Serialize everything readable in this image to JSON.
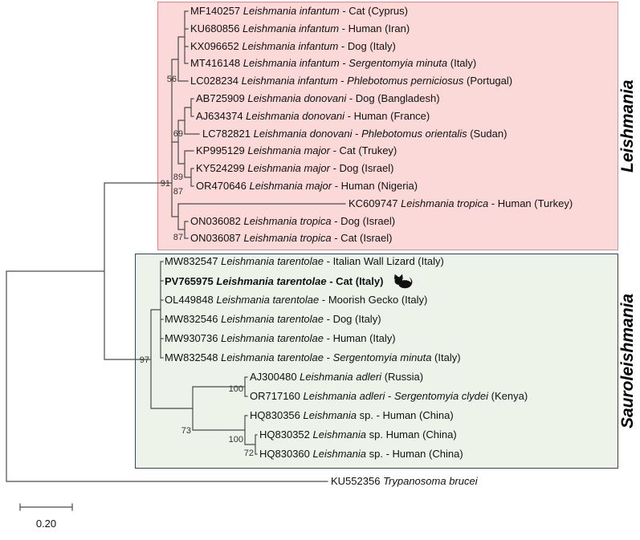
{
  "boxes": {
    "leishmania": {
      "label": "Leishmania",
      "fill": "#fbd9d9",
      "border": "#dd8a8a"
    },
    "sauroleishmania": {
      "label": "Sauroleishmania",
      "fill": "#eef3ea",
      "border": "#36465a"
    }
  },
  "tree": {
    "line_color": "#4a4a4a"
  },
  "taxa": [
    {
      "parts": [
        {
          "t": "MF140257 "
        },
        {
          "t": "Leishmania infantum",
          "i": true
        },
        {
          "t": " - Cat (Cyprus)"
        }
      ]
    },
    {
      "parts": [
        {
          "t": "KU680856 "
        },
        {
          "t": "Leishmania infantum",
          "i": true
        },
        {
          "t": " - Human (Iran)"
        }
      ]
    },
    {
      "parts": [
        {
          "t": "KX096652 "
        },
        {
          "t": "Leishmania infantum",
          "i": true
        },
        {
          "t": " - Dog (Italy)"
        }
      ]
    },
    {
      "parts": [
        {
          "t": "MT416148 "
        },
        {
          "t": "Leishmania infantum",
          "i": true
        },
        {
          "t": " - "
        },
        {
          "t": "Sergentomyia minuta",
          "i": true
        },
        {
          "t": " (Italy)"
        }
      ]
    },
    {
      "parts": [
        {
          "t": "LC028234 "
        },
        {
          "t": "Leishmania infantum",
          "i": true
        },
        {
          "t": " - "
        },
        {
          "t": "Phlebotomus perniciosus",
          "i": true
        },
        {
          "t": " (Portugal)"
        }
      ]
    },
    {
      "parts": [
        {
          "t": "AB725909 "
        },
        {
          "t": "Leishmania donovani",
          "i": true
        },
        {
          "t": " - Dog (Bangladesh)"
        }
      ]
    },
    {
      "parts": [
        {
          "t": "AJ634374 "
        },
        {
          "t": "Leishmania donovani",
          "i": true
        },
        {
          "t": " - Human (France)"
        }
      ]
    },
    {
      "parts": [
        {
          "t": "LC782821 "
        },
        {
          "t": "Leishmania donovani",
          "i": true
        },
        {
          "t": " - "
        },
        {
          "t": "Phlebotomus orientalis",
          "i": true
        },
        {
          "t": " (Sudan)"
        }
      ]
    },
    {
      "parts": [
        {
          "t": "KP995129 "
        },
        {
          "t": "Leishmania major",
          "i": true
        },
        {
          "t": " - Cat (Trukey)"
        }
      ]
    },
    {
      "parts": [
        {
          "t": "KY524299 "
        },
        {
          "t": "Leishmania major",
          "i": true
        },
        {
          "t": " - Dog (Israel)"
        }
      ]
    },
    {
      "parts": [
        {
          "t": "OR470646 "
        },
        {
          "t": "Leishmania major",
          "i": true
        },
        {
          "t": " - Human (Nigeria)"
        }
      ]
    },
    {
      "parts": [
        {
          "t": "KC609747 "
        },
        {
          "t": "Leishmania tropica",
          "i": true
        },
        {
          "t": " - Human (Turkey)"
        }
      ]
    },
    {
      "parts": [
        {
          "t": "ON036082 "
        },
        {
          "t": "Leishmania tropica",
          "i": true
        },
        {
          "t": " - Dog (Israel)"
        }
      ]
    },
    {
      "parts": [
        {
          "t": "ON036087 "
        },
        {
          "t": "Leishmania tropica",
          "i": true
        },
        {
          "t": " - Cat (Israel)"
        }
      ]
    },
    {
      "parts": [
        {
          "t": "MW832547 "
        },
        {
          "t": "Leishmania tarentolae",
          "i": true
        },
        {
          "t": " - Italian Wall Lizard (Italy)"
        }
      ]
    },
    {
      "bold": true,
      "icon": "cat",
      "parts": [
        {
          "t": "PV765975 "
        },
        {
          "t": "Leishmania tarentolae",
          "i": true
        },
        {
          "t": " - Cat (Italy)"
        }
      ]
    },
    {
      "parts": [
        {
          "t": "OL449848 "
        },
        {
          "t": "Leishmania tarentolae",
          "i": true
        },
        {
          "t": " - Moorish Gecko (Italy)"
        }
      ]
    },
    {
      "parts": [
        {
          "t": "MW832546 "
        },
        {
          "t": "Leishmania tarentolae",
          "i": true
        },
        {
          "t": " - Dog (Italy)"
        }
      ]
    },
    {
      "parts": [
        {
          "t": "MW930736 "
        },
        {
          "t": "Leishmania tarentolae",
          "i": true
        },
        {
          "t": " - Human (Italy)"
        }
      ]
    },
    {
      "parts": [
        {
          "t": "MW832548 "
        },
        {
          "t": "Leishmania tarentolae",
          "i": true
        },
        {
          "t": " - "
        },
        {
          "t": "Sergentomyia minuta",
          "i": true
        },
        {
          "t": " (Italy)"
        }
      ]
    },
    {
      "parts": [
        {
          "t": "AJ300480 "
        },
        {
          "t": "Leishmania adleri",
          "i": true
        },
        {
          "t": " (Russia)"
        }
      ]
    },
    {
      "parts": [
        {
          "t": "OR717160 "
        },
        {
          "t": "Leishmania adleri",
          "i": true
        },
        {
          "t": " - "
        },
        {
          "t": "Sergentomyia clydei",
          "i": true
        },
        {
          "t": " (Kenya)"
        }
      ]
    },
    {
      "parts": [
        {
          "t": "HQ830356 "
        },
        {
          "t": "Leishmania",
          "i": true
        },
        {
          "t": " sp. - Human (China)"
        }
      ]
    },
    {
      "parts": [
        {
          "t": "HQ830352 "
        },
        {
          "t": "Leishmania",
          "i": true
        },
        {
          "t": " sp. Human (China)"
        }
      ]
    },
    {
      "parts": [
        {
          "t": "HQ830360 "
        },
        {
          "t": "Leishmania",
          "i": true
        },
        {
          "t": " sp. - Human (China)"
        }
      ]
    },
    {
      "parts": [
        {
          "t": "KU552356 "
        },
        {
          "t": "Trypanosoma brucei",
          "i": true
        }
      ]
    }
  ],
  "bootstraps": [
    "56",
    "69",
    "91",
    "89",
    "87",
    "87",
    "97",
    "100",
    "73",
    "100",
    "72"
  ],
  "scale": {
    "label": "0.20"
  }
}
